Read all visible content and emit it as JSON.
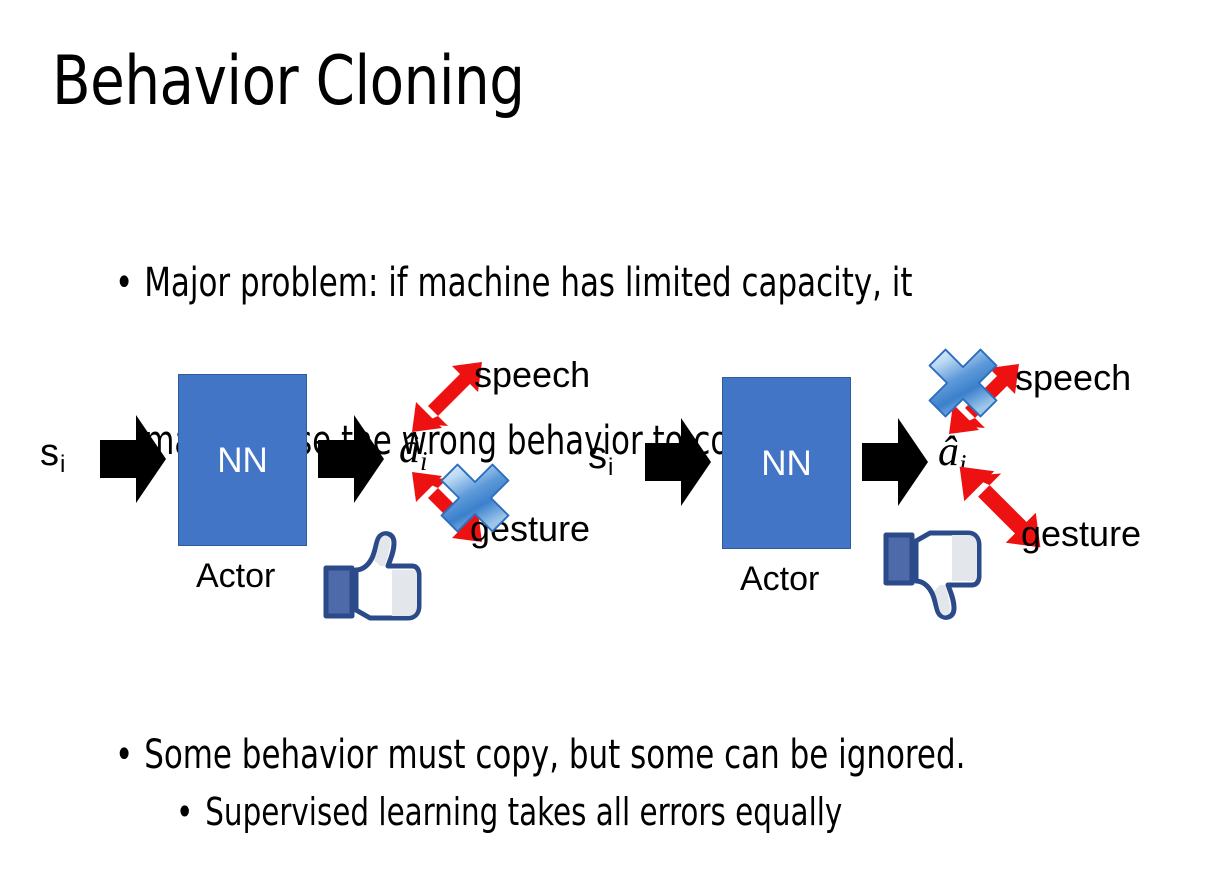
{
  "slide": {
    "title": "Behavior Cloning",
    "background_color": "#ffffff",
    "text_color": "#000000"
  },
  "bullets": {
    "dot": "•",
    "top": {
      "line1": "Major problem: if machine has limited capacity, it",
      "line2": "may choose the wrong behavior to copy."
    },
    "middle": "Some behavior must copy, but some can be ignored.",
    "sub": "Supervised learning takes all errors equally"
  },
  "colors": {
    "nn_box_fill": "#4275c5",
    "nn_box_border": "#2f5c9e",
    "arrow_black": "#000000",
    "arrow_red": "#ee1111",
    "x_blue_light": "#cfe2f7",
    "x_blue_mid": "#4e8fd4",
    "x_blue_dark": "#1d5ba6",
    "thumb_blue": "#3b5998",
    "thumb_fill": "#ffffff",
    "thumb_shadow": "#e3e6ea"
  },
  "diagrams": [
    {
      "id": "left",
      "state_label": "s",
      "state_subscript": "i",
      "nn_label": "NN",
      "actor_label": "Actor",
      "action_label": "â",
      "action_subscript": "i",
      "outputs": [
        {
          "name": "speech",
          "label": "speech",
          "crossed_out": false
        },
        {
          "name": "gesture",
          "label": "gesture",
          "crossed_out": true
        }
      ],
      "feedback_icon": "thumbs-up-icon",
      "feedback": "positive"
    },
    {
      "id": "right",
      "state_label": "s",
      "state_subscript": "i",
      "nn_label": "NN",
      "actor_label": "Actor",
      "action_label": "â",
      "action_subscript": "i",
      "outputs": [
        {
          "name": "speech",
          "label": "speech",
          "crossed_out": true
        },
        {
          "name": "gesture",
          "label": "gesture",
          "crossed_out": false
        }
      ],
      "feedback_icon": "thumbs-down-icon",
      "feedback": "negative"
    }
  ]
}
